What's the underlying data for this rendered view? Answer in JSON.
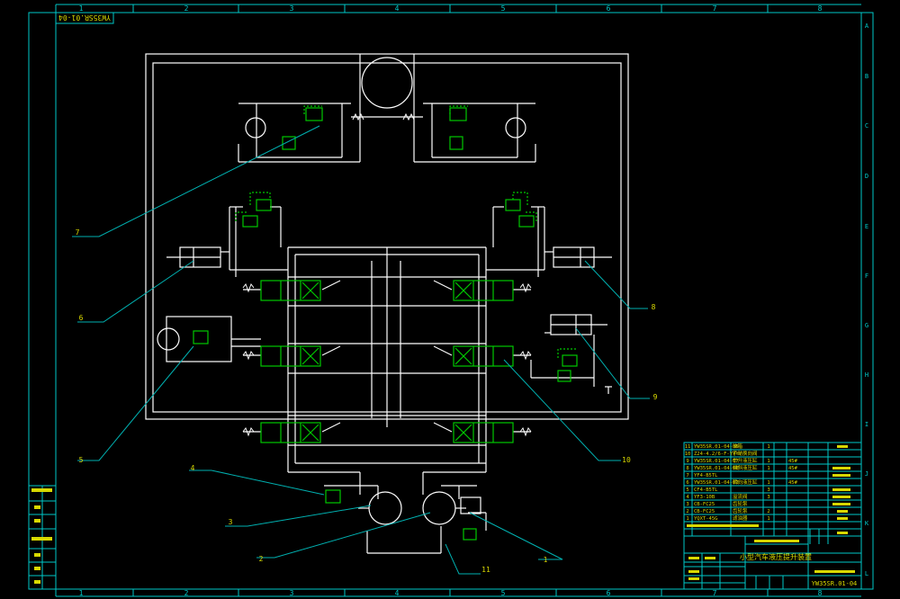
{
  "drawing": {
    "code_top": "YW35SR.01-04",
    "code_bottom": "YW35SR.01-04",
    "title_cn": "小型汽车液压提升装置"
  },
  "border": {
    "cols": [
      "1",
      "2",
      "3",
      "4",
      "5",
      "6",
      "7",
      "8"
    ],
    "rows": [
      "A",
      "B",
      "C",
      "D",
      "E",
      "F",
      "G",
      "H",
      "I",
      "J",
      "K",
      "L"
    ]
  },
  "callouts": [
    "7",
    "6",
    "5",
    "4",
    "3",
    "2",
    "1",
    "11",
    "10",
    "9",
    "8"
  ],
  "parts_list": [
    {
      "no": "11",
      "code": "YW35SR.01-04-05",
      "name": "油箱",
      "qty": "1",
      "mat": "",
      "note": ""
    },
    {
      "no": "10",
      "code": "Z24-4.2/6-F-YYYY",
      "name": "手动换向阀",
      "qty": "",
      "mat": "",
      "note": ""
    },
    {
      "no": "9",
      "code": "YW35SR.01-04-07",
      "name": "举升液压缸",
      "qty": "1",
      "mat": "45#",
      "note": ""
    },
    {
      "no": "8",
      "code": "YW35SR.01-04-08",
      "name": "倾斜液压缸",
      "qty": "1",
      "mat": "45#",
      "note": ""
    },
    {
      "no": "7",
      "code": "YF4-B5TL",
      "name": "",
      "qty": "",
      "mat": "",
      "note": ""
    },
    {
      "no": "6",
      "code": "YW35SR.01-04-03",
      "name": "转向液压缸",
      "qty": "1",
      "mat": "45#",
      "note": ""
    },
    {
      "no": "5",
      "code": "CF4-B5TL",
      "name": "",
      "qty": "3",
      "mat": "",
      "note": ""
    },
    {
      "no": "4",
      "code": "YF3-10B",
      "name": "溢流阀",
      "qty": "3",
      "mat": "",
      "note": ""
    },
    {
      "no": "3",
      "code": "CB-FC25",
      "name": "齿轮泵",
      "qty": "",
      "mat": "",
      "note": ""
    },
    {
      "no": "2",
      "code": "CB-FC25",
      "name": "齿轮泵",
      "qty": "2",
      "mat": "",
      "note": ""
    },
    {
      "no": "1",
      "code": "YQXT-45G",
      "name": "滤油器",
      "qty": "1",
      "mat": "",
      "note": ""
    }
  ],
  "colors": {
    "line": "#ffffff",
    "valve": "#00c800",
    "leader": "#00b0b0",
    "frame": "#00c8c8",
    "text": "#d8d800"
  }
}
